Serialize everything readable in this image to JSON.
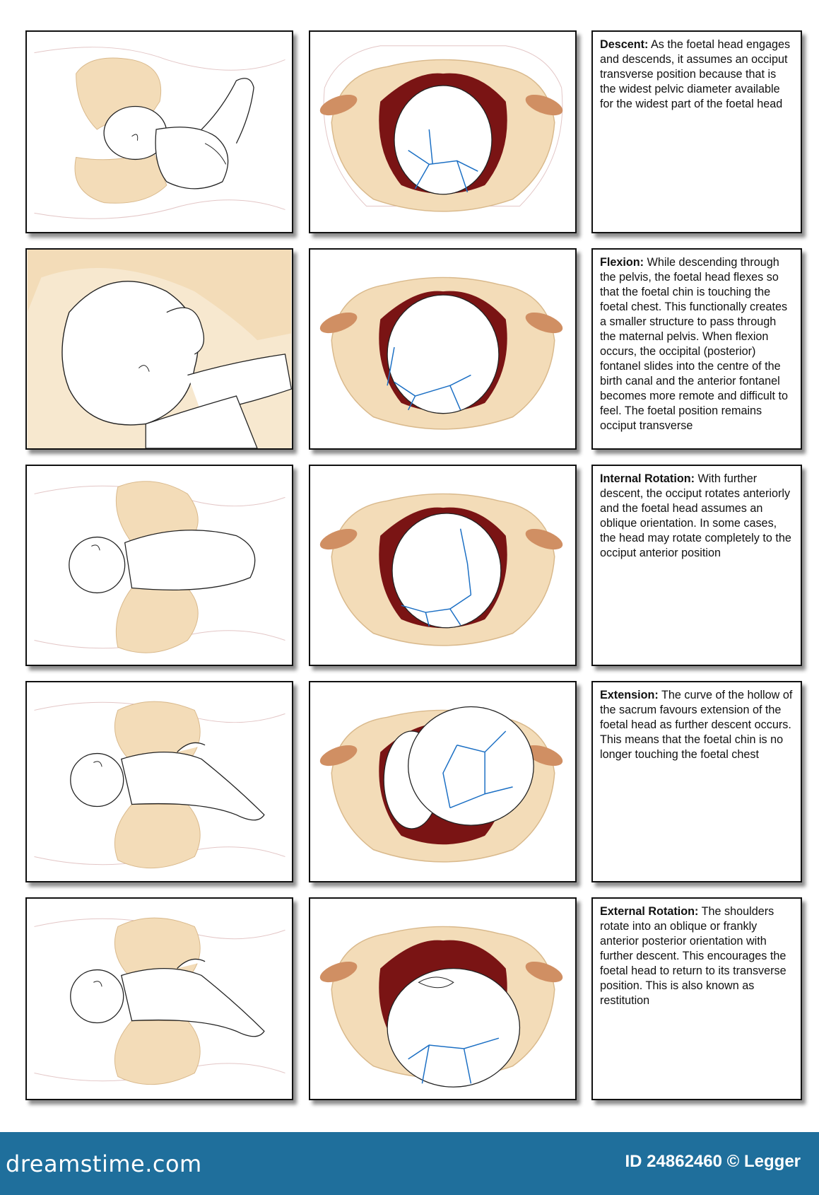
{
  "stages": [
    {
      "title": "Descent:",
      "text": "As the foetal head engages and descends, it assumes an occiput transverse position because that is the widest pelvic diameter available for the widest part of the foetal head"
    },
    {
      "title": "Flexion:",
      "text": "While descending through the pelvis, the foetal head flexes so that the foetal chin is touching the foetal chest. This functionally creates a smaller structure to pass through the maternal pelvis. When flexion occurs, the occipital (posterior) fontanel slides into the centre of the birth canal and the anterior fontanel becomes more remote and difficult to feel. The foetal position remains occiput transverse"
    },
    {
      "title": "Internal Rotation:",
      "text": "With further descent, the occiput rotates anteriorly and the foetal head assumes an oblique orientation. In some cases, the head may rotate completely to the occiput anterior position"
    },
    {
      "title": "Extension:",
      "text": "The curve of the hollow of the sacrum favours extension of the foetal head as further descent occurs. This means that the foetal chin is no longer touching the foetal chest"
    },
    {
      "title": "External Rotation:",
      "text": "The shoulders rotate into an oblique or frankly anterior posterior orientation with further descent. This encourages the foetal head to return to its transverse position. This is also known as restitution"
    }
  ],
  "footer": {
    "logo": "dreamstime.com",
    "id_text": "ID 24862460 © Legger"
  },
  "colors": {
    "pelvis": "#f3dcb8",
    "pelvis_stroke": "#d9b98c",
    "canal": "#7a1414",
    "fontanel_lines": "#1b6fc4",
    "ischial_spine": "#d08f63",
    "footer": "#1f6f9c"
  }
}
